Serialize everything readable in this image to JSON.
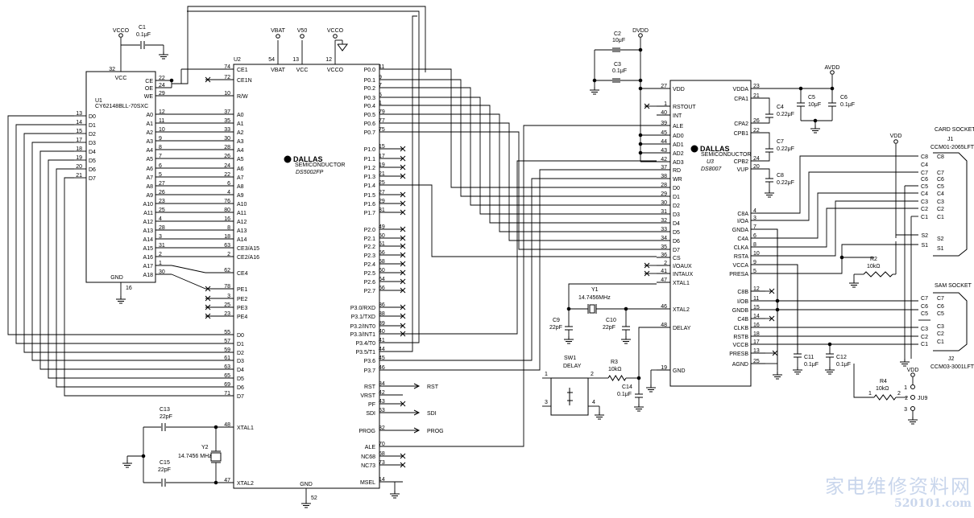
{
  "u1": {
    "ref": "U1",
    "part": "CY62148BLL-70SXC",
    "vcc": "VCC",
    "gnd": "GND",
    "pin_vcc": "32",
    "pin_gnd": "16",
    "right_pins": [
      {
        "name": "CE",
        "num": "22"
      },
      {
        "name": "OE",
        "num": "24"
      },
      {
        "name": "WE",
        "num": "29"
      },
      {
        "name": "A0",
        "num": "12"
      },
      {
        "name": "A1",
        "num": "11"
      },
      {
        "name": "A2",
        "num": "10"
      },
      {
        "name": "A3",
        "num": "9"
      },
      {
        "name": "A4",
        "num": "8"
      },
      {
        "name": "A5",
        "num": "7"
      },
      {
        "name": "A6",
        "num": "6"
      },
      {
        "name": "A7",
        "num": "5"
      },
      {
        "name": "A8",
        "num": "27"
      },
      {
        "name": "A9",
        "num": "26"
      },
      {
        "name": "A10",
        "num": "23"
      },
      {
        "name": "A11",
        "num": "25"
      },
      {
        "name": "A12",
        "num": "4"
      },
      {
        "name": "A13",
        "num": "28"
      },
      {
        "name": "A14",
        "num": "3"
      },
      {
        "name": "A15",
        "num": "31"
      },
      {
        "name": "A16",
        "num": "2"
      },
      {
        "name": "A17",
        "num": "1"
      },
      {
        "name": "A18",
        "num": "30"
      }
    ],
    "left_pins": [
      {
        "name": "D0",
        "num": "13"
      },
      {
        "name": "D1",
        "num": "14"
      },
      {
        "name": "D2",
        "num": "15"
      },
      {
        "name": "D3",
        "num": "17"
      },
      {
        "name": "D4",
        "num": "18"
      },
      {
        "name": "D5",
        "num": "19"
      },
      {
        "name": "D6",
        "num": "20"
      },
      {
        "name": "D7",
        "num": "21"
      }
    ]
  },
  "u2": {
    "ref": "U2",
    "brand": "DALLAS",
    "brand_sub": "SEMICONDUCTOR",
    "part": "DS5002FP",
    "gnd": "GND",
    "gnd_pin": "52",
    "top_pins": [
      {
        "name": "VBAT",
        "num": "54"
      },
      {
        "name": "VCC",
        "num": "13"
      },
      {
        "name": "VCCO",
        "num": "12"
      }
    ],
    "left_pins": [
      {
        "name": "CE1",
        "num": "74"
      },
      {
        "name": "CE1N",
        "num": "72"
      },
      {
        "name": "R/W",
        "num": "10"
      },
      {
        "name": "A0",
        "num": "37"
      },
      {
        "name": "A1",
        "num": "35"
      },
      {
        "name": "A2",
        "num": "33"
      },
      {
        "name": "A3",
        "num": "30"
      },
      {
        "name": "A4",
        "num": "28"
      },
      {
        "name": "A5",
        "num": "26"
      },
      {
        "name": "A6",
        "num": "24"
      },
      {
        "name": "A7",
        "num": "22"
      },
      {
        "name": "A8",
        "num": "6"
      },
      {
        "name": "A9",
        "num": "4"
      },
      {
        "name": "A10",
        "num": "76"
      },
      {
        "name": "A11",
        "num": "80"
      },
      {
        "name": "A12",
        "num": "16"
      },
      {
        "name": "A13",
        "num": "8"
      },
      {
        "name": "A14",
        "num": "18"
      },
      {
        "name": "CE3/A15",
        "num": "63"
      },
      {
        "name": "CE2/A16",
        "num": "2"
      },
      {
        "name": "CE4",
        "num": "62"
      },
      {
        "name": "PE1",
        "num": "78"
      },
      {
        "name": "PE2",
        "num": "3"
      },
      {
        "name": "PE3",
        "num": "25"
      },
      {
        "name": "PE4",
        "num": "23"
      },
      {
        "name": "D0",
        "num": "55"
      },
      {
        "name": "D1",
        "num": "57"
      },
      {
        "name": "D2",
        "num": "59"
      },
      {
        "name": "D3",
        "num": "61"
      },
      {
        "name": "D4",
        "num": "63"
      },
      {
        "name": "D5",
        "num": "65"
      },
      {
        "name": "D6",
        "num": "69"
      },
      {
        "name": "D7",
        "num": "71"
      },
      {
        "name": "XTAL1",
        "num": "48"
      },
      {
        "name": "XTAL2",
        "num": "47"
      }
    ],
    "right_pins": [
      {
        "name": "P0.0",
        "num": "11"
      },
      {
        "name": "P0.1",
        "num": "9"
      },
      {
        "name": "P0.2",
        "num": "7"
      },
      {
        "name": "P0.3",
        "num": "5"
      },
      {
        "name": "P0.4",
        "num": "1"
      },
      {
        "name": "P0.5",
        "num": "79"
      },
      {
        "name": "P0.6",
        "num": "77"
      },
      {
        "name": "P0.7",
        "num": "75"
      },
      {
        "name": "P1.0",
        "num": "15"
      },
      {
        "name": "P1.1",
        "num": "17"
      },
      {
        "name": "P1.2",
        "num": "19"
      },
      {
        "name": "P1.3",
        "num": "21"
      },
      {
        "name": "P1.4",
        "num": "25"
      },
      {
        "name": "P1.5",
        "num": "27"
      },
      {
        "name": "P1.6",
        "num": "29"
      },
      {
        "name": "P1.7",
        "num": "31"
      },
      {
        "name": "P2.0",
        "num": "49"
      },
      {
        "name": "P2.1",
        "num": "50"
      },
      {
        "name": "P2.2",
        "num": "51"
      },
      {
        "name": "P2.3",
        "num": "56"
      },
      {
        "name": "P2.4",
        "num": "58"
      },
      {
        "name": "P2.5",
        "num": "60"
      },
      {
        "name": "P2.6",
        "num": "64"
      },
      {
        "name": "P2.7",
        "num": "66"
      },
      {
        "name": "P3.0/RXD",
        "num": "36"
      },
      {
        "name": "P3.1/TXD",
        "num": "38"
      },
      {
        "name": "P3.2/INT0",
        "num": "39"
      },
      {
        "name": "P3.3/INT1",
        "num": "40"
      },
      {
        "name": "P3.4/T0",
        "num": "41"
      },
      {
        "name": "P3.5/T1",
        "num": "44"
      },
      {
        "name": "P3.6",
        "num": "45"
      },
      {
        "name": "P3.7",
        "num": "46"
      },
      {
        "name": "RST",
        "num": "34"
      },
      {
        "name": "VRST",
        "num": "42"
      },
      {
        "name": "PF",
        "num": "43"
      },
      {
        "name": "SDI",
        "num": "53"
      },
      {
        "name": "PROG",
        "num": "32"
      },
      {
        "name": "ALE",
        "num": "70"
      },
      {
        "name": "NC68",
        "num": "68"
      },
      {
        "name": "NC73",
        "num": "73"
      },
      {
        "name": "MSEL",
        "num": "14"
      }
    ],
    "ports": [
      "RST",
      "SDI",
      "PROG"
    ]
  },
  "u3": {
    "ref": "U3",
    "brand": "DALLAS",
    "brand_sub": "SEMICONDUCTOR",
    "part": "DS8007",
    "left_pins": [
      {
        "name": "VDD",
        "num": "27"
      },
      {
        "name": "RSTOUT",
        "num": "1"
      },
      {
        "name": "INT",
        "num": "40"
      },
      {
        "name": "ALE",
        "num": "39"
      },
      {
        "name": "AD0",
        "num": "45"
      },
      {
        "name": "AD1",
        "num": "44"
      },
      {
        "name": "AD2",
        "num": "43"
      },
      {
        "name": "AD3",
        "num": "42"
      },
      {
        "name": "RD",
        "num": "37"
      },
      {
        "name": "WR",
        "num": "38"
      },
      {
        "name": "D0",
        "num": "28"
      },
      {
        "name": "D1",
        "num": "29"
      },
      {
        "name": "D2",
        "num": "30"
      },
      {
        "name": "D3",
        "num": "31"
      },
      {
        "name": "D4",
        "num": "32"
      },
      {
        "name": "D5",
        "num": "33"
      },
      {
        "name": "D6",
        "num": "34"
      },
      {
        "name": "D7",
        "num": "35"
      },
      {
        "name": "CS",
        "num": "36"
      },
      {
        "name": "I/OAUX",
        "num": "2"
      },
      {
        "name": "INTAUX",
        "num": "41"
      },
      {
        "name": "XTAL1",
        "num": "47"
      },
      {
        "name": "XTAL2",
        "num": "46"
      },
      {
        "name": "DELAY",
        "num": "48"
      },
      {
        "name": "GND",
        "num": "19"
      }
    ],
    "right_pins": [
      {
        "name": "VDDA",
        "num": "23"
      },
      {
        "name": "CPA1",
        "num": "21"
      },
      {
        "name": "CPA2",
        "num": "26"
      },
      {
        "name": "CPB1",
        "num": "22"
      },
      {
        "name": "CPB2",
        "num": "24"
      },
      {
        "name": "VUP",
        "num": "20"
      },
      {
        "name": "C8A",
        "num": "4"
      },
      {
        "name": "I/OA",
        "num": "3"
      },
      {
        "name": "GNDA",
        "num": "7"
      },
      {
        "name": "C4A",
        "num": "6"
      },
      {
        "name": "CLKA",
        "num": "8"
      },
      {
        "name": "RSTA",
        "num": "10"
      },
      {
        "name": "VCCA",
        "num": "9"
      },
      {
        "name": "PRESA",
        "num": "5"
      },
      {
        "name": "C8B",
        "num": "12"
      },
      {
        "name": "I/OB",
        "num": "11"
      },
      {
        "name": "GNDB",
        "num": "15"
      },
      {
        "name": "C4B",
        "num": "14"
      },
      {
        "name": "CLKB",
        "num": "16"
      },
      {
        "name": "RSTB",
        "num": "18"
      },
      {
        "name": "VCCB",
        "num": "17"
      },
      {
        "name": "PRESB",
        "num": "13"
      },
      {
        "name": "AGND",
        "num": "25"
      }
    ]
  },
  "j1": {
    "title": "CARD SOCKET",
    "ref": "J1",
    "part": "CCM01-2065LFT",
    "pins": [
      "C8",
      "C4",
      "C7",
      "C6",
      "C5",
      "C4",
      "C3",
      "C2",
      "C1",
      "S2",
      "S1"
    ],
    "inner": [
      "C8",
      "C7",
      "C6",
      "C5",
      "C4",
      "C3",
      "C2",
      "C1",
      "S2",
      "S1"
    ]
  },
  "j2": {
    "title": "SAM SOCKET",
    "ref": "J2",
    "part": "CCM03-3001LFT",
    "pins": [
      "C7",
      "C6",
      "C5",
      "C3",
      "C2",
      "C1"
    ],
    "inner": [
      "C7",
      "C6",
      "C5",
      "C3",
      "C2",
      "C1"
    ]
  },
  "passives": {
    "c1": {
      "ref": "C1",
      "val": "0.1μF"
    },
    "c2": {
      "ref": "C2",
      "val": "10μF"
    },
    "c3": {
      "ref": "C3",
      "val": "0.1μF"
    },
    "c4": {
      "ref": "C4",
      "val": "0.22μF"
    },
    "c5": {
      "ref": "C5",
      "val": "10μF"
    },
    "c6": {
      "ref": "C6",
      "val": "0.1μF"
    },
    "c7": {
      "ref": "C7",
      "val": "0.22μF"
    },
    "c8": {
      "ref": "C8",
      "val": "0.22μF"
    },
    "c9": {
      "ref": "C9",
      "val": "22pF"
    },
    "c10": {
      "ref": "C10",
      "val": "22pF"
    },
    "c11": {
      "ref": "C11",
      "val": "0.1μF"
    },
    "c12": {
      "ref": "C12",
      "val": "0.1μF"
    },
    "c13": {
      "ref": "C13",
      "val": "22pF"
    },
    "c14": {
      "ref": "C14",
      "val": "0.1μF"
    },
    "c15": {
      "ref": "C15",
      "val": "22pF"
    },
    "r2": {
      "ref": "R2",
      "val": "10kΩ"
    },
    "r3": {
      "ref": "R3",
      "val": "10kΩ"
    },
    "r4": {
      "ref": "R4",
      "val": "10kΩ"
    },
    "y1": {
      "ref": "Y1",
      "val": "14.7456MHz"
    },
    "y2": {
      "ref": "Y2",
      "val": "14.7456 MHz"
    },
    "sw1": {
      "ref": "SW1",
      "val": "DELAY"
    },
    "jp": {
      "ref": "JU9",
      "pins": [
        "1",
        "2",
        "3"
      ]
    },
    "r4_pins": [
      "1",
      "2"
    ]
  },
  "rails": {
    "vcco": "VCCO",
    "vbat": "VBAT",
    "v50": "V50",
    "dvdd": "DVDD",
    "avdd": "AVDD",
    "vdd": "VDD"
  },
  "watermark": {
    "cn": "家电维修资料网",
    "url": "520101.com"
  }
}
